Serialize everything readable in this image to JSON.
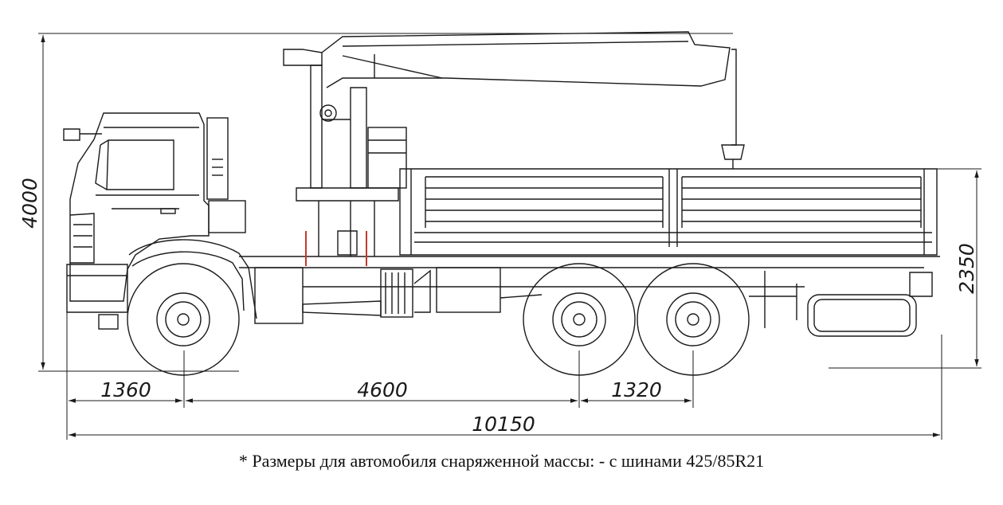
{
  "dimensions": {
    "overall_height": "4000",
    "deck_height": "2350",
    "front_overhang": "1360",
    "wheelbase_front": "4600",
    "wheelbase_rear": "1320",
    "overall_length": "10150"
  },
  "caption": "* Размеры для автомобиля снаряженной массы: - с шинами 425/85R21"
}
